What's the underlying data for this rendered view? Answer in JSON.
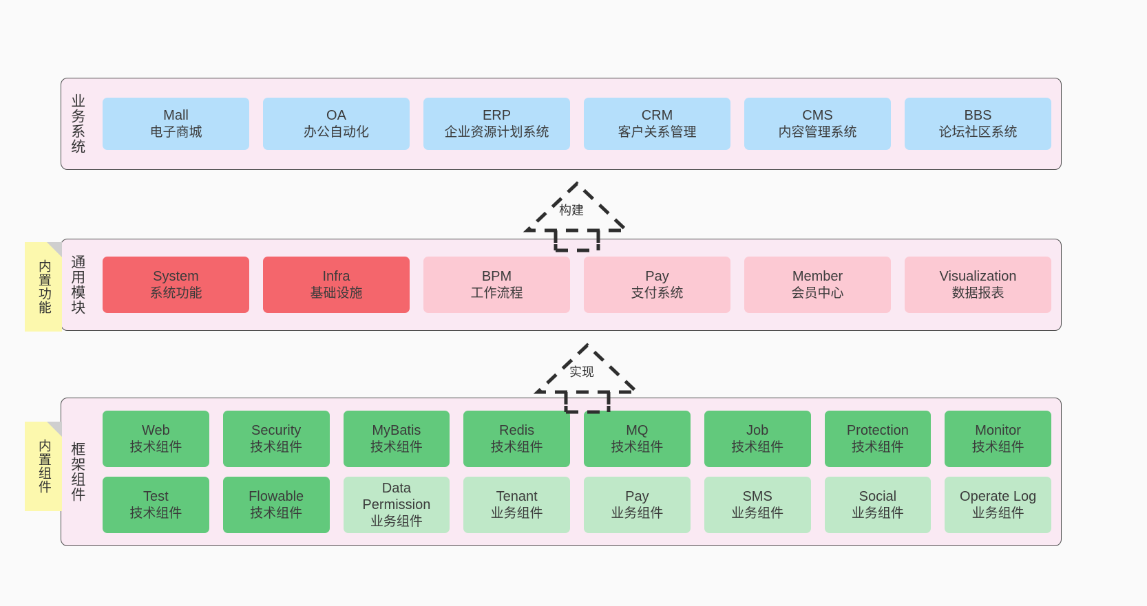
{
  "diagram": {
    "background_color": "#fafafa",
    "panel_color": "#fae9f3",
    "panel_border_color": "#4d4d4d",
    "note_color": "#fcf8ad",
    "note_fold_color": "#cfcfcf"
  },
  "layers": [
    {
      "id": "business",
      "caption": "业务系统",
      "note": null,
      "rows": [
        {
          "cards": [
            {
              "title": "Mall",
              "sub": "电子商城",
              "style": "blue"
            },
            {
              "title": "OA",
              "sub": "办公自动化",
              "style": "blue"
            },
            {
              "title": "ERP",
              "sub": "企业资源计划系统",
              "style": "blue"
            },
            {
              "title": "CRM",
              "sub": "客户关系管理",
              "style": "blue"
            },
            {
              "title": "CMS",
              "sub": "内容管理系统",
              "style": "blue"
            },
            {
              "title": "BBS",
              "sub": "论坛社区系统",
              "style": "blue"
            }
          ]
        }
      ]
    },
    {
      "id": "modules",
      "caption": "通用模块",
      "note": "内置功能",
      "rows": [
        {
          "cards": [
            {
              "title": "System",
              "sub": "系统功能",
              "style": "red"
            },
            {
              "title": "Infra",
              "sub": "基础设施",
              "style": "red"
            },
            {
              "title": "BPM",
              "sub": "工作流程",
              "style": "pink"
            },
            {
              "title": "Pay",
              "sub": "支付系统",
              "style": "pink"
            },
            {
              "title": "Member",
              "sub": "会员中心",
              "style": "pink"
            },
            {
              "title": "Visualization",
              "sub": "数据报表",
              "style": "pink"
            }
          ]
        }
      ]
    },
    {
      "id": "frame",
      "caption": "框架组件",
      "note": "内置组件",
      "rows": [
        {
          "cards": [
            {
              "title": "Web",
              "sub": "技术组件",
              "style": "green"
            },
            {
              "title": "Security",
              "sub": "技术组件",
              "style": "green"
            },
            {
              "title": "MyBatis",
              "sub": "技术组件",
              "style": "green"
            },
            {
              "title": "Redis",
              "sub": "技术组件",
              "style": "green"
            },
            {
              "title": "MQ",
              "sub": "技术组件",
              "style": "green"
            },
            {
              "title": "Job",
              "sub": "技术组件",
              "style": "green"
            },
            {
              "title": "Protection",
              "sub": "技术组件",
              "style": "green"
            },
            {
              "title": "Monitor",
              "sub": "技术组件",
              "style": "green"
            }
          ]
        },
        {
          "cards": [
            {
              "title": "Test",
              "sub": "技术组件",
              "style": "green"
            },
            {
              "title": "Flowable",
              "sub": "技术组件",
              "style": "green"
            },
            {
              "title": "Data Permission",
              "sub": "业务组件",
              "style": "lgreen"
            },
            {
              "title": "Tenant",
              "sub": "业务组件",
              "style": "lgreen"
            },
            {
              "title": "Pay",
              "sub": "业务组件",
              "style": "lgreen"
            },
            {
              "title": "SMS",
              "sub": "业务组件",
              "style": "lgreen"
            },
            {
              "title": "Social",
              "sub": "业务组件",
              "style": "lgreen"
            },
            {
              "title": "Operate Log",
              "sub": "业务组件",
              "style": "lgreen"
            }
          ]
        }
      ]
    }
  ],
  "connectors": [
    {
      "id": "build",
      "label": "构建",
      "from": "modules",
      "to": "business"
    },
    {
      "id": "implement",
      "label": "实现",
      "from": "frame",
      "to": "modules"
    }
  ]
}
